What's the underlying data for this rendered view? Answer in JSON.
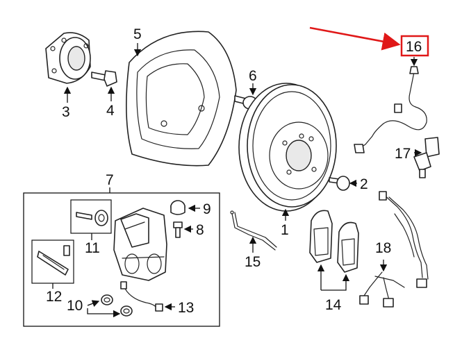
{
  "labels": {
    "c1": "1",
    "c2": "2",
    "c3": "3",
    "c4": "4",
    "c5": "5",
    "c6": "6",
    "c7": "7",
    "c8": "8",
    "c9": "9",
    "c10": "10",
    "c11": "11",
    "c12": "12",
    "c13": "13",
    "c14": "14",
    "c15": "15",
    "c16": "16",
    "c17": "17",
    "c18": "18"
  },
  "colors": {
    "highlight": "#e01818",
    "line": "#222222",
    "background": "#ffffff"
  }
}
